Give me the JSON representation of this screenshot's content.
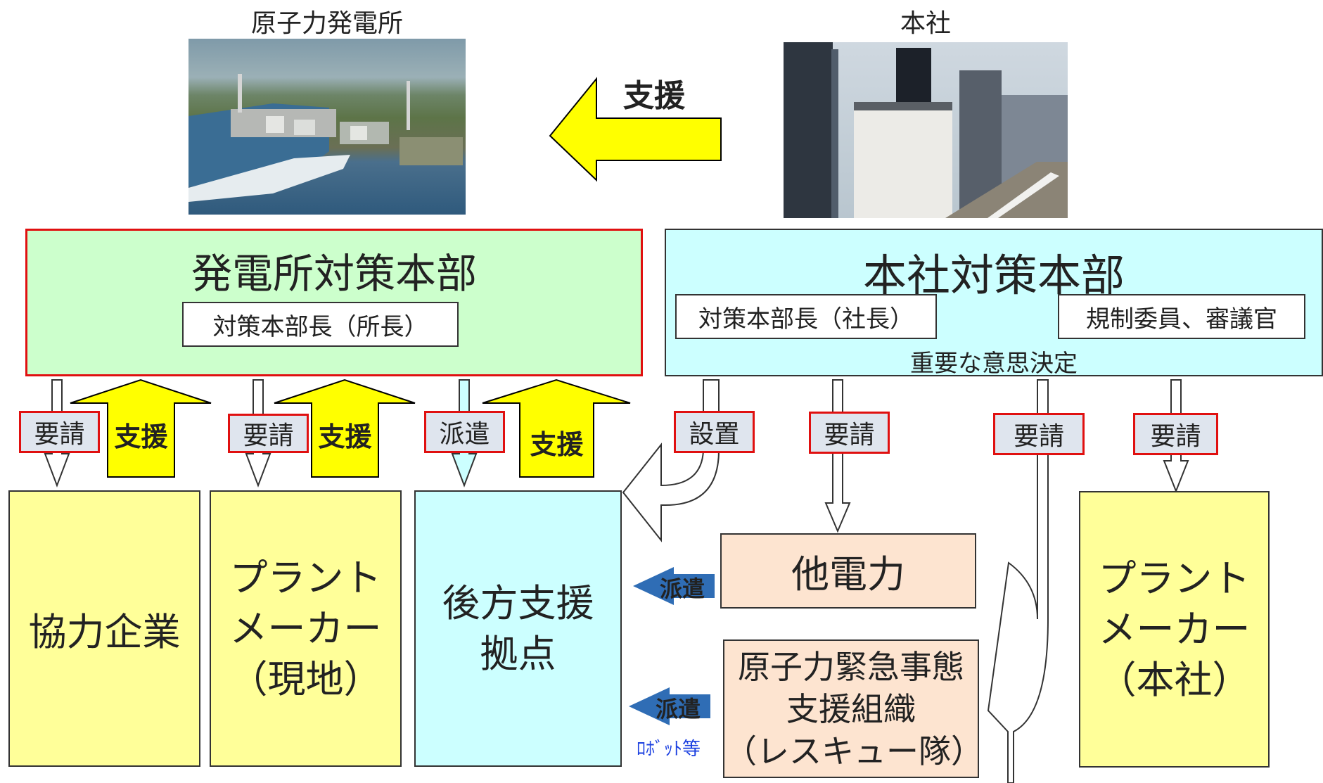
{
  "top": {
    "plant_caption": "原子力発電所",
    "hq_caption": "本社",
    "support_label": "支援"
  },
  "plant_hq": {
    "title": "発電所対策本部",
    "chief": "対策本部長（所長）"
  },
  "main_hq": {
    "title": "本社対策本部",
    "chief": "対策本部長（社長）",
    "regulator": "規制委員、審議官",
    "decision": "重要な意思決定"
  },
  "tags": {
    "request_1": "要請",
    "support_1": "支援",
    "request_2": "要請",
    "support_2": "支援",
    "dispatch_1": "派遣",
    "support_3": "支援",
    "install": "設置",
    "request_3": "要請",
    "request_4": "要請",
    "request_5": "要請"
  },
  "boxes": {
    "partners": "協力企業",
    "maker_site": [
      "プラント",
      "メーカー",
      "（現地）"
    ],
    "rear_base": [
      "後方支援",
      "拠点"
    ],
    "other_power": "他電力",
    "rescue": [
      "原子力緊急事態",
      "支援組織",
      "（レスキュー隊）"
    ],
    "maker_hq": [
      "プラント",
      "メーカー",
      "（本社）"
    ]
  },
  "dispatch": {
    "from_other_power": "派遣",
    "from_rescue": "派遣",
    "robot_note": "ﾛﾎﾞｯﾄ等"
  },
  "colors": {
    "green_box": "#ccffcc",
    "cyan_box": "#ccffff",
    "yellow_box": "#ffff99",
    "peach_box": "#fde4d0",
    "yellow_arrow": "#ffff00",
    "red_border": "#e01010",
    "pink_arrow": "#ff99cc",
    "blue_arrow": "#2f6db5"
  }
}
